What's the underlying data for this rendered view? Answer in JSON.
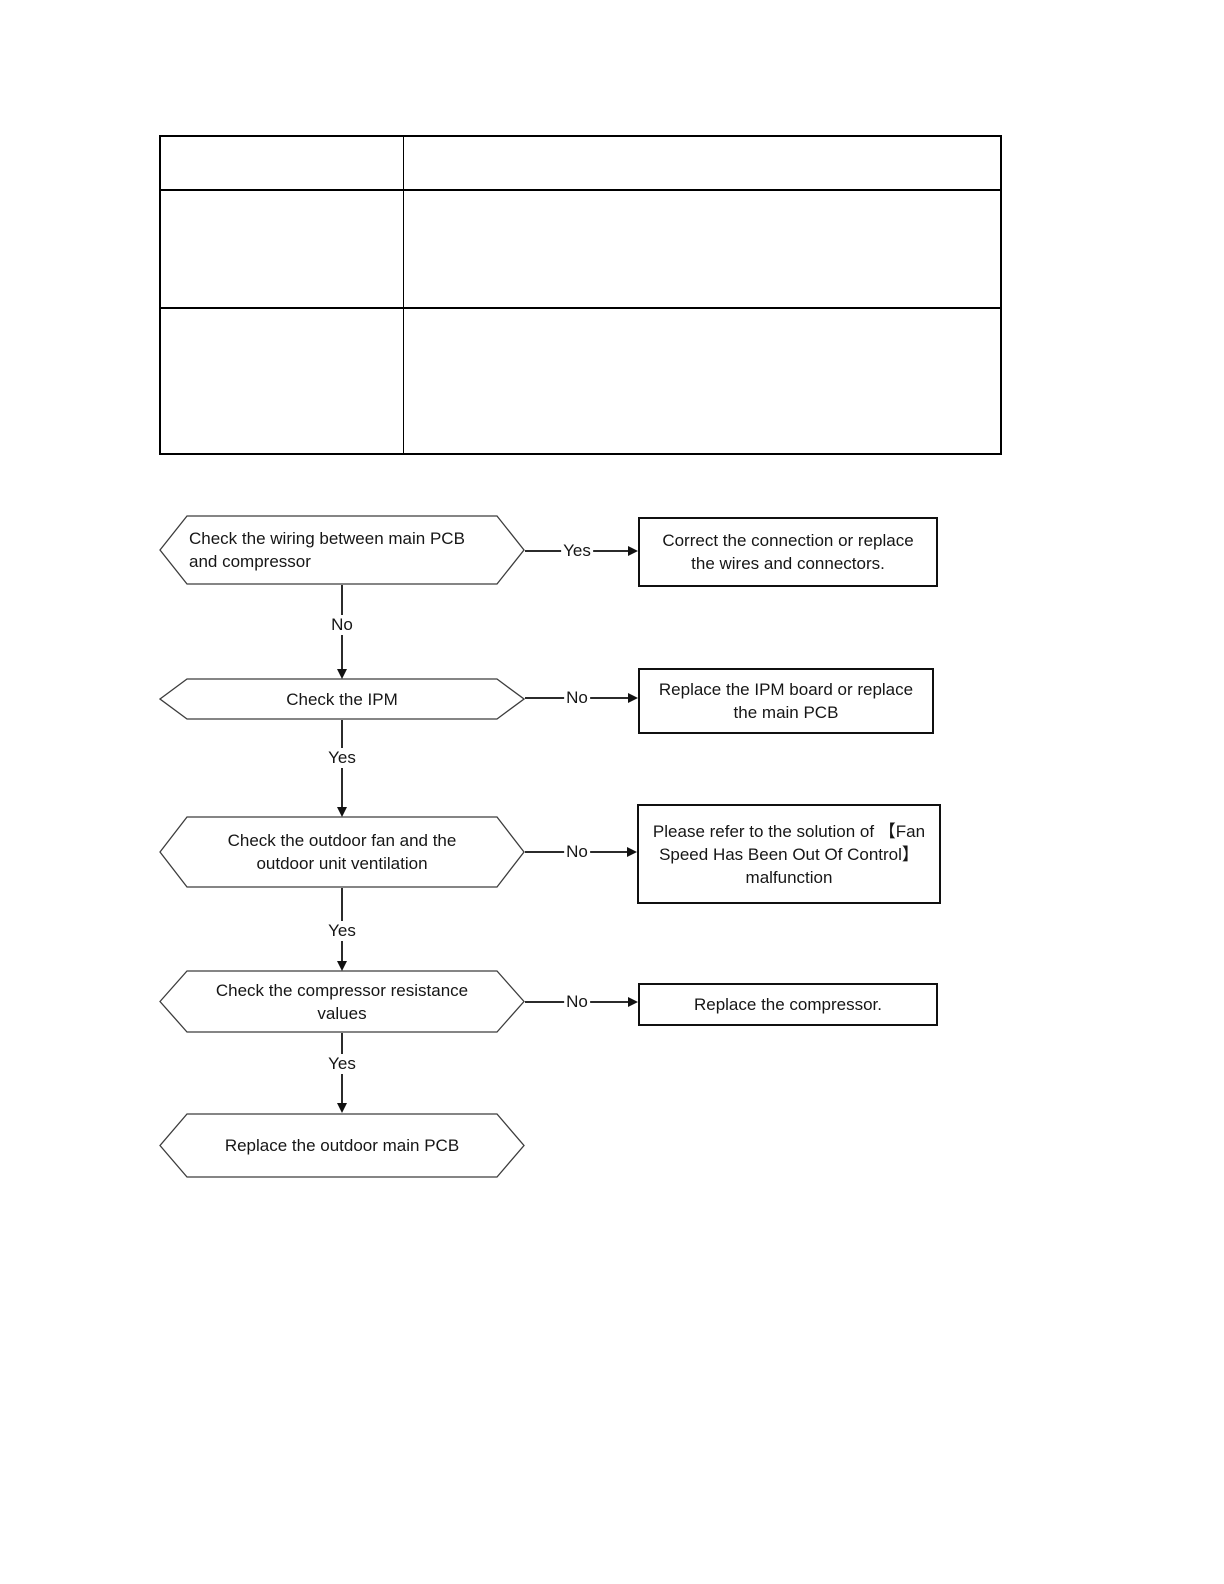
{
  "page": {
    "background_color": "#ffffff",
    "text_color": "#161616"
  },
  "table": {
    "columns": 2,
    "rows": 3,
    "border_color": "#000000",
    "cells": [
      [
        "",
        ""
      ],
      [
        "",
        ""
      ],
      [
        "",
        ""
      ]
    ]
  },
  "flowchart": {
    "line_color": "#2b2b2b",
    "node_fill": "#ffffff",
    "decisions": [
      {
        "lines": [
          "Check the wiring between main PCB",
          "and compressor"
        ]
      },
      {
        "lines": [
          "Check the IPM"
        ]
      },
      {
        "lines": [
          "Check the outdoor fan and the",
          "outdoor unit ventilation"
        ]
      },
      {
        "lines": [
          "Check the compressor resistance",
          "values"
        ]
      },
      {
        "lines": [
          "Replace the outdoor main PCB"
        ]
      }
    ],
    "actions": [
      {
        "lines": [
          "Correct the connection or replace",
          "the wires and connectors."
        ]
      },
      {
        "lines": [
          "Replace the IPM board or replace",
          "the main PCB"
        ]
      },
      {
        "lines": [
          "Please refer to the solution of 【Fan",
          "Speed Has Been Out Of Control】",
          "malfunction"
        ]
      },
      {
        "lines": [
          "Replace the compressor."
        ]
      }
    ],
    "branch_labels": {
      "right": [
        "Yes",
        "No",
        "No",
        "No"
      ],
      "down": [
        "No",
        "Yes",
        "Yes",
        "Yes"
      ]
    }
  }
}
